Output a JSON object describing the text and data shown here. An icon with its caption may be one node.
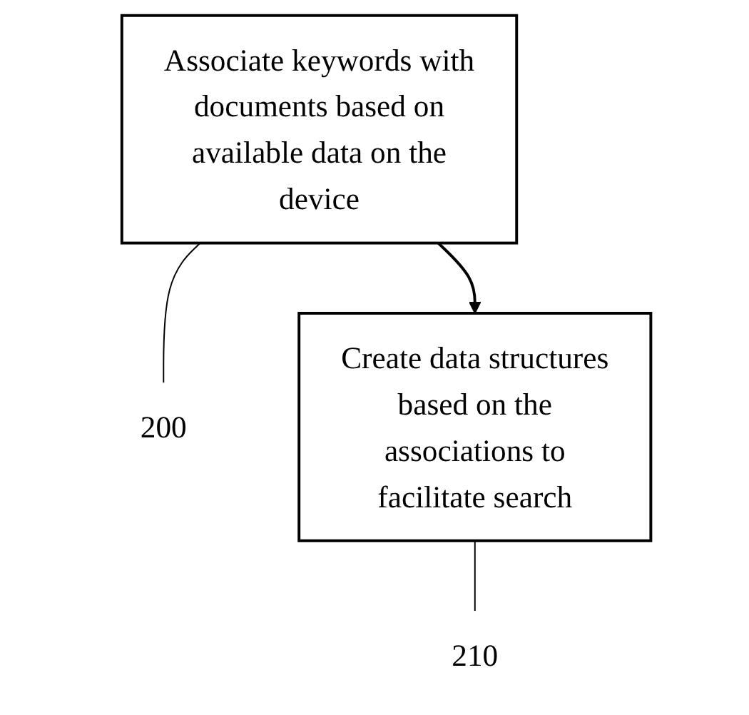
{
  "diagram": {
    "nodes": [
      {
        "text": [
          "Associate keywords with documents based on available data on the device"
        ]
      },
      {
        "text": [
          "200"
        ]
      },
      {
        "text": [
          "Create data structures based on the associations to facilitate search"
        ]
      },
      {
        "text": [
          "210"
        ]
      }
    ],
    "edges": [
      {
        "from": 0,
        "to": 2,
        "arrow": "to"
      },
      {
        "from": 0,
        "to": 1,
        "arrow": "none"
      },
      {
        "from": 2,
        "to": 3,
        "arrow": "none"
      }
    ]
  }
}
